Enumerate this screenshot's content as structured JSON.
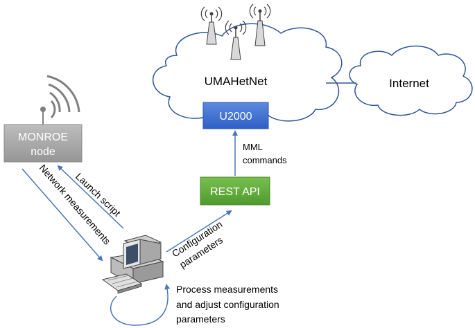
{
  "clouds": {
    "umahetnet": "UMAHetNet",
    "internet": "Internet"
  },
  "boxes": {
    "u2000": "U2000",
    "rest_api": "REST API",
    "monroe_line1": "MONROE",
    "monroe_line2": "node"
  },
  "labels": {
    "mml_line1": "MML",
    "mml_line2": "commands",
    "launch_script": "Launch script",
    "network_measurements": "Network measurements",
    "config_line1": "Configuration",
    "config_line2": "parameters",
    "process_line1": "Process measurements",
    "process_line2": "and adjust configuration",
    "process_line3": "parameters"
  },
  "colors": {
    "arrow": "#4a76b8",
    "u2000_box": "#3a6ed3",
    "rest_box": "#5ea83a",
    "monroe_box": "#a6a6a6",
    "cloud_stroke": "#2e5597"
  },
  "icons": [
    "antenna-tower-icon",
    "wifi-signal-icon",
    "desktop-computer-icon"
  ]
}
